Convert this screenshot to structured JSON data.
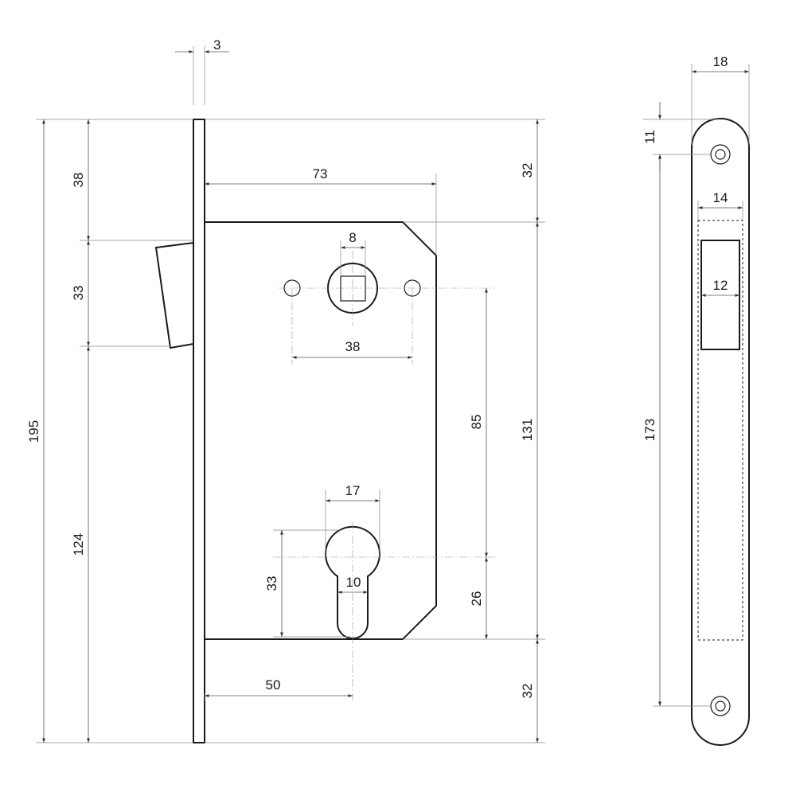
{
  "dimensions": {
    "faceplate_thickness": "3",
    "faceplate_height": "195",
    "top_to_latch": "38",
    "latch_height": "33",
    "latch_to_bottom": "124",
    "backset_top": "73",
    "top_margin_right": "32",
    "body_height": "131",
    "bottom_margin_right": "32",
    "spindle_square": "8",
    "screw_hole_spacing": "38",
    "spindle_to_cylinder": "85",
    "cylinder_width": "17",
    "cylinder_height": "33",
    "cylinder_slot": "10",
    "cylinder_to_body_bottom": "26",
    "backset_cylinder": "50"
  },
  "strike_dimensions": {
    "strike_width": "18",
    "screw_offset": "11",
    "screw_spacing": "173",
    "opening_width": "14",
    "latch_opening": "12"
  },
  "colors": {
    "line": "#1a1a1a",
    "dimension": "#555555"
  }
}
